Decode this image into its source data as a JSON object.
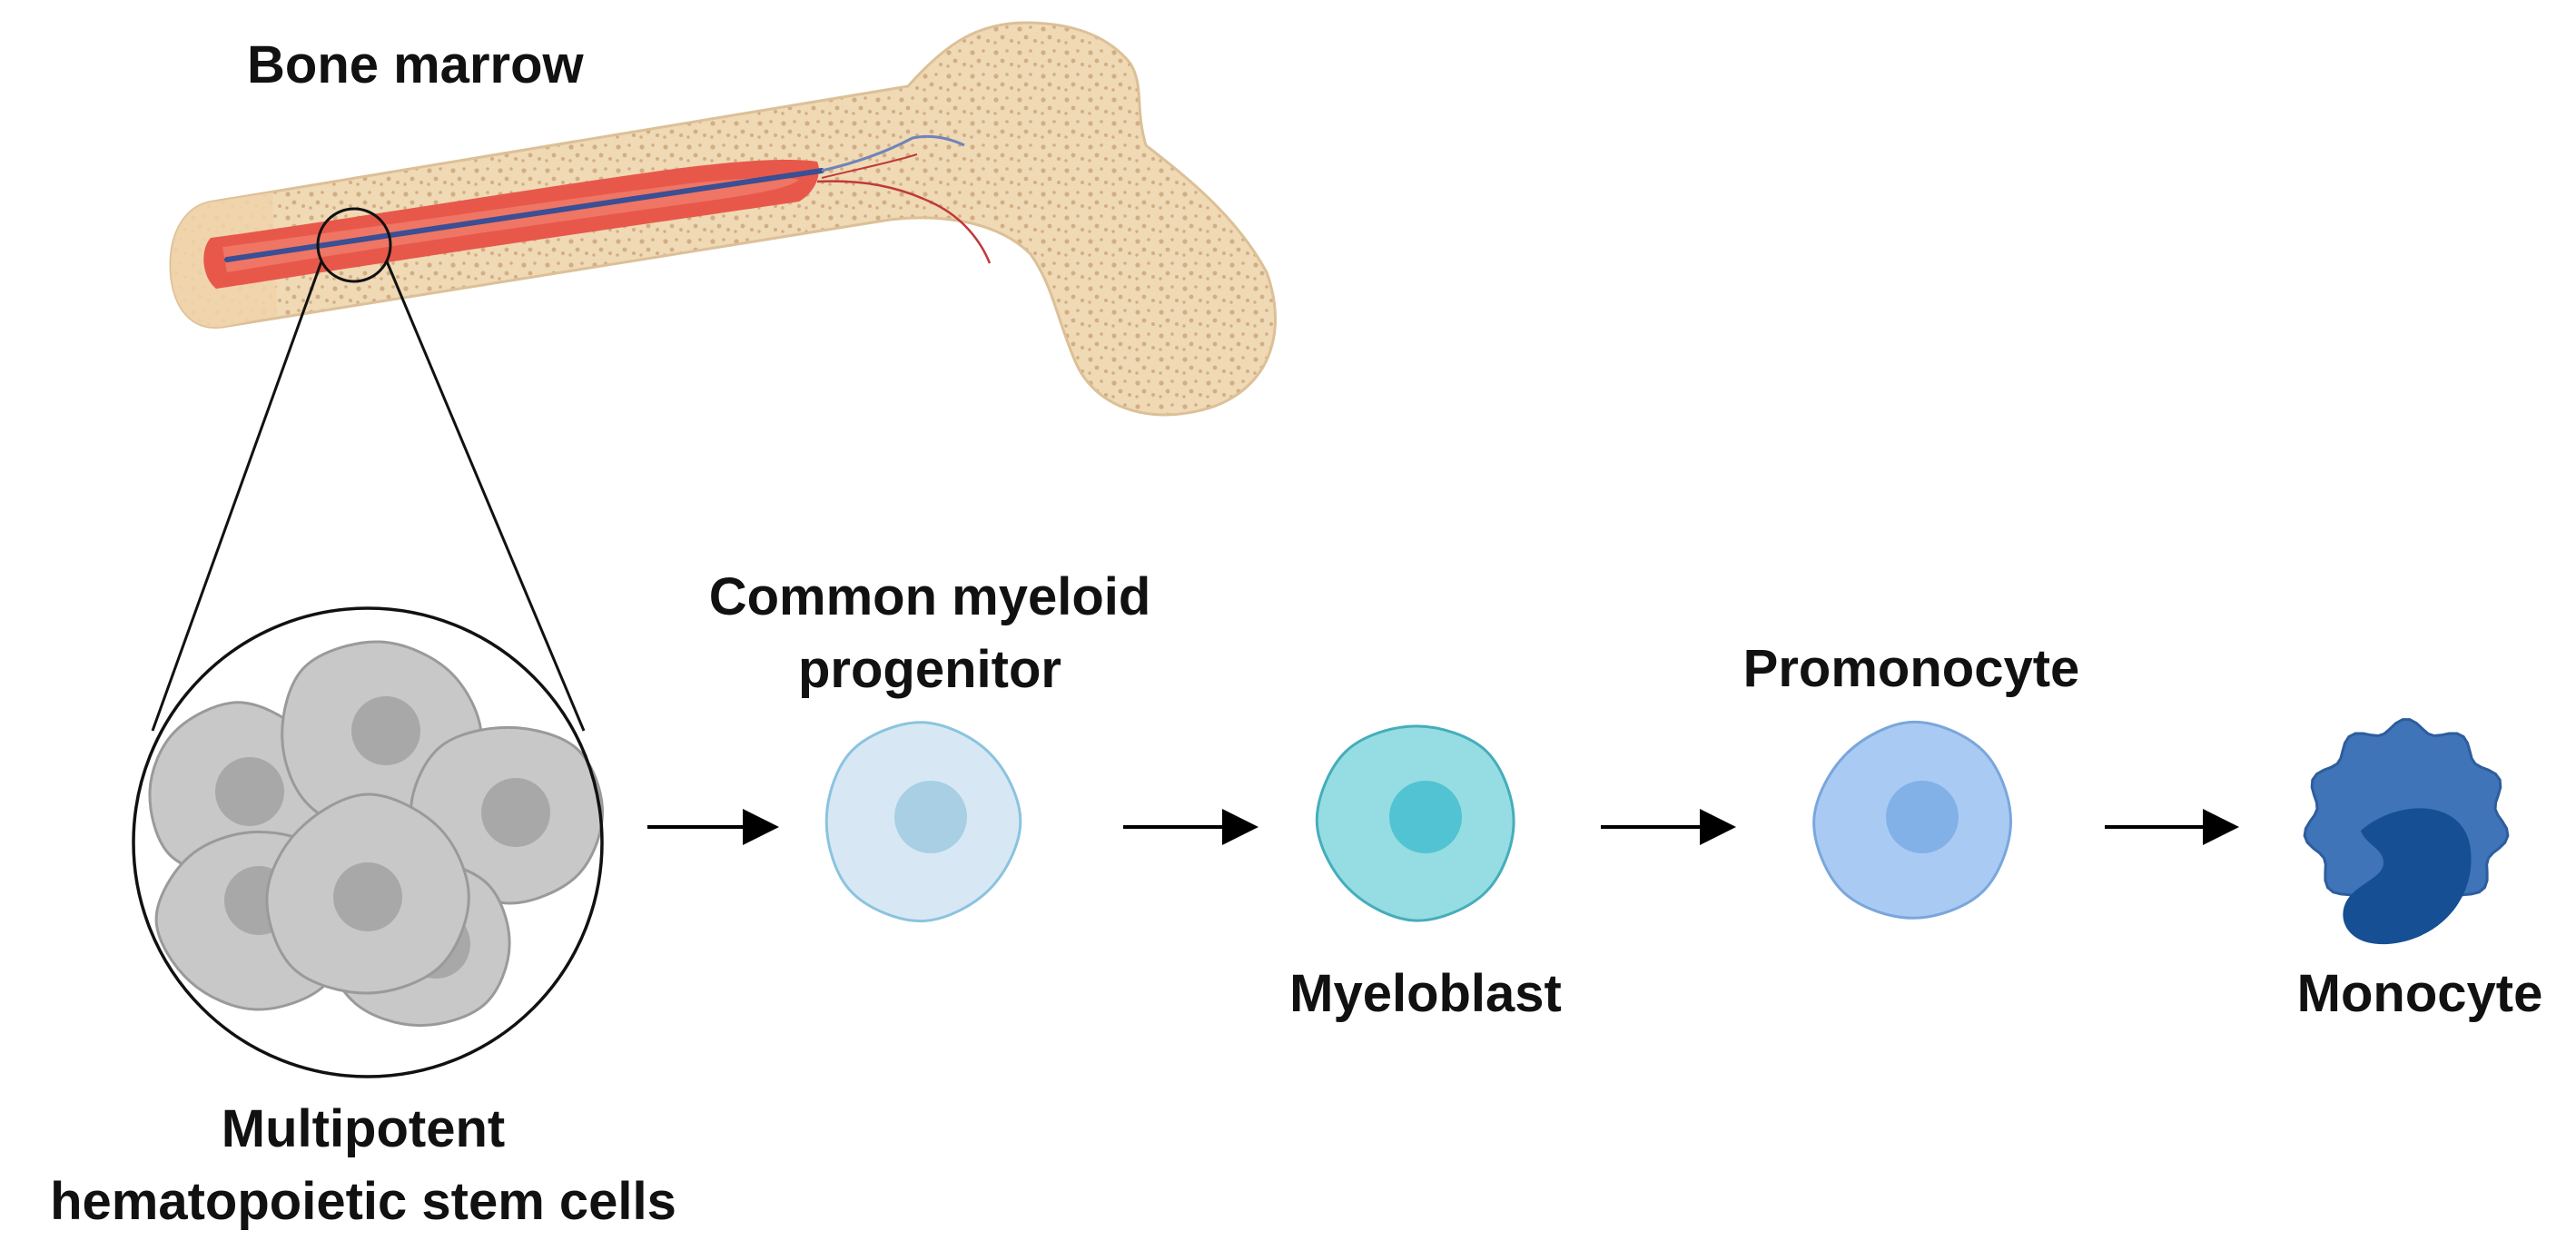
{
  "diagram": {
    "bone": {
      "label": "Bone marrow",
      "icon": "femur-bone-icon",
      "colors": {
        "bone": "#f0d9b5",
        "spongy": "#d2ae84",
        "marrow": "#e8584a",
        "vessel": "#3a4f94"
      }
    },
    "stages": [
      {
        "id": "hsc",
        "label_lines": [
          "Multipotent",
          "hematopoietic stem cells"
        ],
        "icon": "stem-cell-cluster-icon",
        "colors": {
          "body": "#c8c8c8",
          "nucleus": "#a8a8a8",
          "outline": "#9a9a9a"
        }
      },
      {
        "id": "cmp",
        "label_lines": [
          "Common myeloid",
          "progenitor"
        ],
        "icon": "progenitor-cell-icon",
        "colors": {
          "body": "#d7e8f4",
          "nucleus": "#a8cfe3",
          "outline": "#8bc3df"
        }
      },
      {
        "id": "myeloblast",
        "label_lines": [
          "Myeloblast"
        ],
        "icon": "myeloblast-cell-icon",
        "colors": {
          "body": "#95dde2",
          "nucleus": "#52c3d2",
          "outline": "#45adbb"
        }
      },
      {
        "id": "promonocyte",
        "label_lines": [
          "Promonocyte"
        ],
        "icon": "promonocyte-cell-icon",
        "colors": {
          "body": "#a9cbf3",
          "nucleus": "#82b1e8",
          "outline": "#7aa6dc"
        }
      },
      {
        "id": "monocyte",
        "label_lines": [
          "Monocyte"
        ],
        "icon": "monocyte-cell-icon",
        "colors": {
          "body": "#3f74b8",
          "nucleus": "#164f94",
          "outline": "#2d5d9c"
        }
      }
    ],
    "arrow_color": "#000000"
  }
}
